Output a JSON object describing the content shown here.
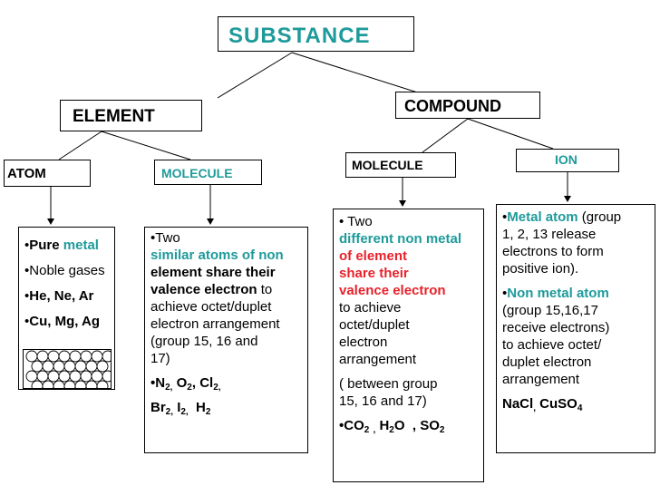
{
  "substance": "SUBSTANCE",
  "element": "ELEMENT",
  "compound": "COMPOUND",
  "atom": "ATOM",
  "element_molecule": "MOLECULE",
  "compound_molecule": "MOLECULE",
  "ion": "ION",
  "atom_desc": {
    "bullet": "•",
    "pure": "Pure ",
    "metal": "metal",
    "noble": "Noble gases",
    "ex1": "He, Ne, Ar",
    "ex2": "Cu, Mg, Ag"
  },
  "elem_mol_desc": {
    "bullet": "•",
    "two": "Two",
    "similar": "similar atoms of non",
    "element_share": "element  share their",
    "valence": "valence electron",
    "to": " to",
    "l1": "achieve octet/duplet",
    "l2": "electron arrangement",
    "l3": " (group 15, 16 and",
    "l4": "17)",
    "n": "N",
    "o": "O",
    "cl": "Cl",
    "br": "Br",
    "i": "I",
    "h": "H",
    "sub2": "2",
    "comma": ","
  },
  "comp_mol_desc": {
    "bullet": "•",
    "two": " Two",
    "different": "different non metal",
    "of_element": " of  element",
    "share": "share their",
    "valence": "valence electron",
    "l1": "to achieve",
    "l2": "octet/duplet",
    "l3": "electron",
    "l4": "arrangement",
    "l5": "( between group",
    "l6": "15, 16 and 17)",
    "co": "CO",
    "h": "H",
    "o": "O",
    "so": "SO",
    "sub2": "2",
    "comma": ","
  },
  "ion_desc": {
    "bullet": "•",
    "metal_atom": "Metal atom",
    "group": " (group",
    "l1": "1, 2, 13 release",
    "l2": "electrons  to form",
    "l3": "positive ion).",
    "non_metal_atom": "Non metal atom",
    "l4": "(group 15,16,17",
    "l5": "receive electrons)",
    "l6": "to achieve octet/",
    "l7": "duplet electron",
    "l8": "arrangement",
    "nacl": "NaCl",
    "comma": ",",
    "cuso": " CuSO",
    "sub4": "4"
  },
  "colors": {
    "teal": "#1f9a9a",
    "red": "#e8212a"
  }
}
